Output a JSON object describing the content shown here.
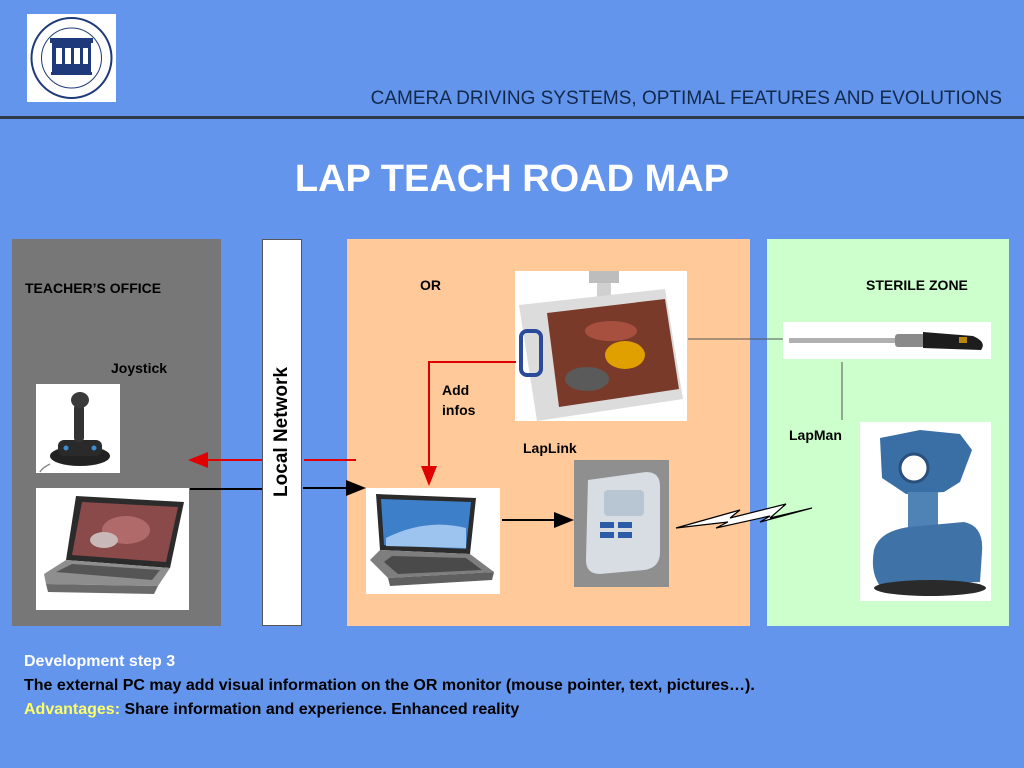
{
  "header": {
    "title": "CAMERA DRIVING SYSTEMS, OPTIMAL FEATURES AND EVOLUTIONS"
  },
  "slide": {
    "title": "LAP TEACH ROAD MAP"
  },
  "zones": {
    "teacher": "TEACHER’S OFFICE",
    "network": "Local Network",
    "or": "OR",
    "sterile": "STERILE ZONE"
  },
  "labels": {
    "joystick": "Joystick",
    "add_infos_1": "Add",
    "add_infos_2": "infos",
    "laplink": "LapLink",
    "lapman": "LapMan"
  },
  "footer": {
    "step": "Development step 3",
    "description": "The external PC may add visual information on the OR monitor (mouse pointer, text, pictures…).",
    "advantages_label": "Advantages:",
    "advantages_text": " Share information and experience. Enhanced reality"
  },
  "colors": {
    "background": "#6495ED",
    "teacher_zone": "#777777",
    "or_zone": "#FFC999",
    "sterile_zone": "#CCFFCC",
    "arrow_red": "#E00000",
    "arrow_black": "#000000",
    "advantages_accent": "#FFFF66"
  },
  "icons": [
    "hospital-logo",
    "joystick-image",
    "laptop-image",
    "or-monitor-image",
    "laplink-device-image",
    "laparoscope-image",
    "lapman-robot-image",
    "wireless-bolt-icon"
  ]
}
